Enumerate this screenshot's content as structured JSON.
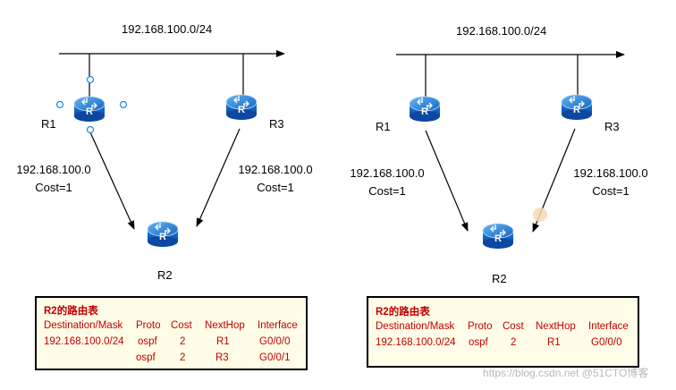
{
  "left": {
    "network": "192.168.100.0/24",
    "r1": "R1",
    "r2": "R2",
    "r3": "R3",
    "route_r1": {
      "net": "192.168.100.0",
      "cost": "Cost=1"
    },
    "route_r3": {
      "net": "192.168.100.0",
      "cost": "Cost=1"
    },
    "table": {
      "title": "R2的路由表",
      "headers": [
        "Destination/Mask",
        "Proto",
        "Cost",
        "NextHop",
        "Interface"
      ],
      "rows": [
        [
          "192.168.100.0/24",
          "ospf",
          "2",
          "R1",
          "G0/0/0"
        ],
        [
          "",
          "ospf",
          "2",
          "R3",
          "G0/0/1"
        ]
      ]
    }
  },
  "right": {
    "network": "192.168.100.0/24",
    "r1": "R1",
    "r2": "R2",
    "r3": "R3",
    "route_r1": {
      "net": "192.168.100.0",
      "cost": "Cost=1"
    },
    "route_r3": {
      "net": "192.168.100.0",
      "cost": "Cost=1"
    },
    "table": {
      "title": "R2的路由表",
      "headers": [
        "Destination/Mask",
        "Proto",
        "Cost",
        "NextHop",
        "Interface"
      ],
      "rows": [
        [
          "192.168.100.0/24",
          "ospf",
          "2",
          "R1",
          "G0/0/0"
        ]
      ]
    }
  },
  "watermark": "https://blog.csdn.net @51CTO博客",
  "router_icon": "router-icon",
  "colors": {
    "router": "#1e88e5",
    "table_text": "#c00000",
    "table_bg": "#fffde7",
    "selection_handle": "#1e88e5"
  }
}
